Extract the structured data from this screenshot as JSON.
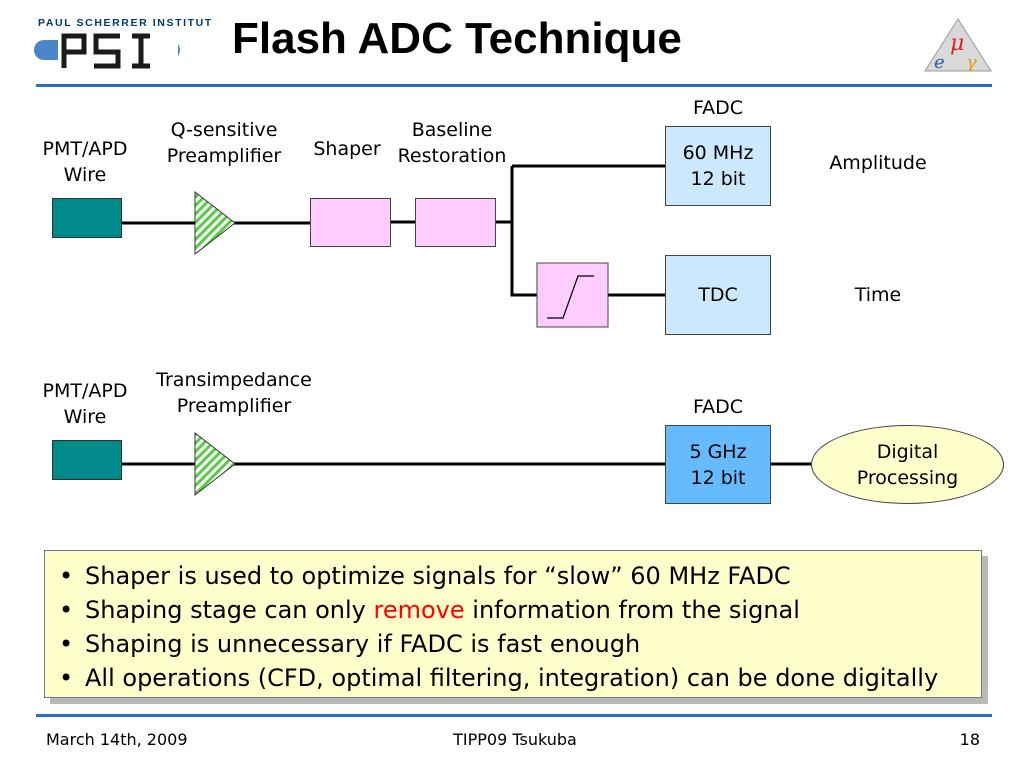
{
  "slide": {
    "title": "Flash ADC Technique",
    "logo_text": "PAUL SCHERRER INSTITUT",
    "logo_mark": "PSI"
  },
  "colors": {
    "rule_blue": "#2b6cc4",
    "amp_green": "#55cc44",
    "detector_teal": "#008b8b",
    "pink_box": "#ffccff",
    "fadc_light": "#cce8ff",
    "fadc_fast": "#66bbff",
    "oval_fill": "#ffffcc",
    "note_fill": "#ffffcc",
    "highlight_red": "#ff0000"
  },
  "diagram_top": {
    "source_label": [
      "PMT/APD",
      "Wire"
    ],
    "preamp_label": [
      "Q-sensitive",
      "Preamplifier"
    ],
    "shaper_label": "Shaper",
    "baseline_label": [
      "Baseline",
      "Restoration"
    ],
    "fadc_header": "FADC",
    "fadc_box": [
      "60 MHz",
      "12 bit"
    ],
    "tdc_box": "TDC",
    "amplitude_label": "Amplitude",
    "time_label": "Time"
  },
  "diagram_bottom": {
    "source_label": [
      "PMT/APD",
      "Wire"
    ],
    "preamp_label": [
      "Transimpedance",
      "Preamplifier"
    ],
    "fadc_header": "FADC",
    "fadc_box": [
      "5 GHz",
      "12 bit"
    ],
    "oval_label": [
      "Digital",
      "Processing"
    ]
  },
  "bullets": {
    "b1": "Shaper is used to optimize signals for “slow” 60 MHz FADC",
    "b2_pre": "Shaping stage can only ",
    "b2_red": "remove",
    "b2_post": " information from the signal",
    "b3": "Shaping is unnecessary if FADC is fast enough",
    "b4": "All operations (CFD, optimal filtering, integration) can be done digitally"
  },
  "footer": {
    "date": "March 14th, 2009",
    "event": "TIPP09 Tsukuba",
    "page": "18"
  }
}
